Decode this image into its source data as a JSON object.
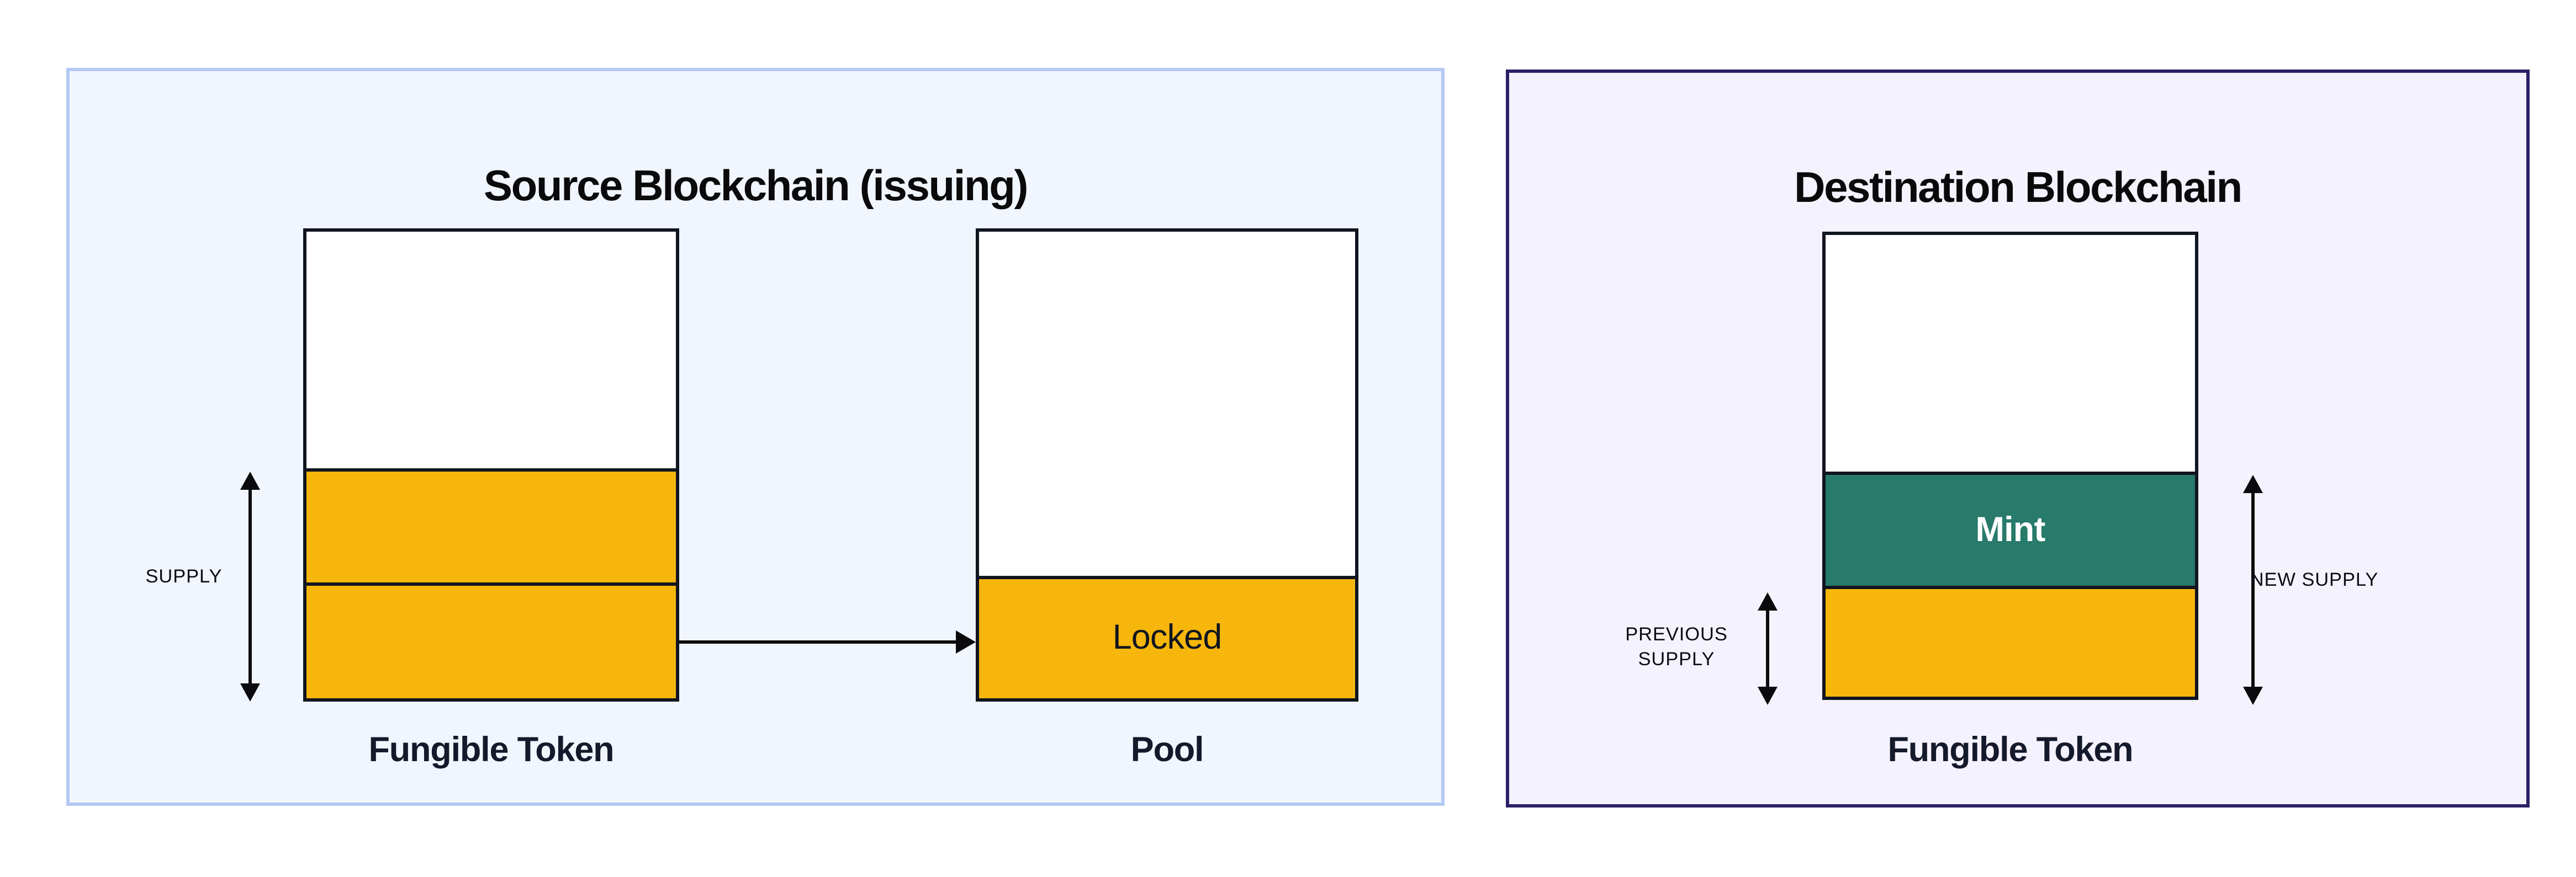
{
  "page": {
    "background": "#ffffff"
  },
  "panels": {
    "source": {
      "title": "Source Blockchain (issuing)",
      "colors": {
        "background": "#f1f5fd",
        "border": "#b4c9f3",
        "bar_fill": "#f6b60b",
        "bar_border": "#10151f"
      },
      "supply_label": "SUPPLY",
      "fungible_token": {
        "label": "Fungible Token"
      },
      "pool": {
        "label": "Pool",
        "locked_label": "Locked"
      }
    },
    "destination": {
      "title": "Destination Blockchain",
      "colors": {
        "background": "#f4f2fc",
        "border": "#2d1f66",
        "bar_fill": "#f6b60b",
        "mint_fill": "#287a6b",
        "bar_border": "#10151f"
      },
      "previous_supply_label": "PREVIOUS SUPPLY",
      "new_supply_label": "NEW SUPPLY",
      "fungible_token": {
        "label": "Fungible Token",
        "mint_label": "Mint"
      }
    }
  }
}
